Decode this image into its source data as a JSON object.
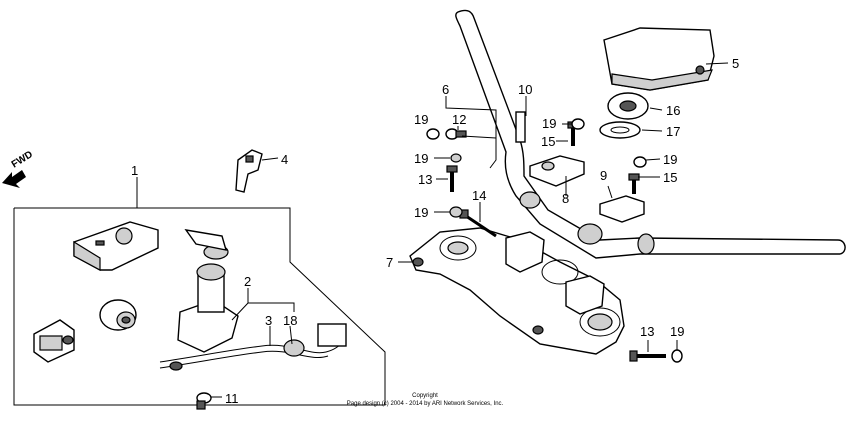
{
  "diagram": {
    "fwd_label": "FWD",
    "callouts": {
      "c1": "1",
      "c2": "2",
      "c3": "3",
      "c4": "4",
      "c5": "5",
      "c6": "6",
      "c7": "7",
      "c8": "8",
      "c9": "9",
      "c10": "10",
      "c11": "11",
      "c12": "12",
      "c13a": "13",
      "c13b": "13",
      "c14": "14",
      "c15a": "15",
      "c15b": "15",
      "c16": "16",
      "c17": "17",
      "c18": "18",
      "c19a": "19",
      "c19b": "19",
      "c19c": "19",
      "c19d": "19",
      "c19e": "19",
      "c19f": "19"
    },
    "copyright_line1": "Copyright",
    "copyright_line2": "Page design (c) 2004 - 2014 by ARI Network Services, Inc."
  }
}
